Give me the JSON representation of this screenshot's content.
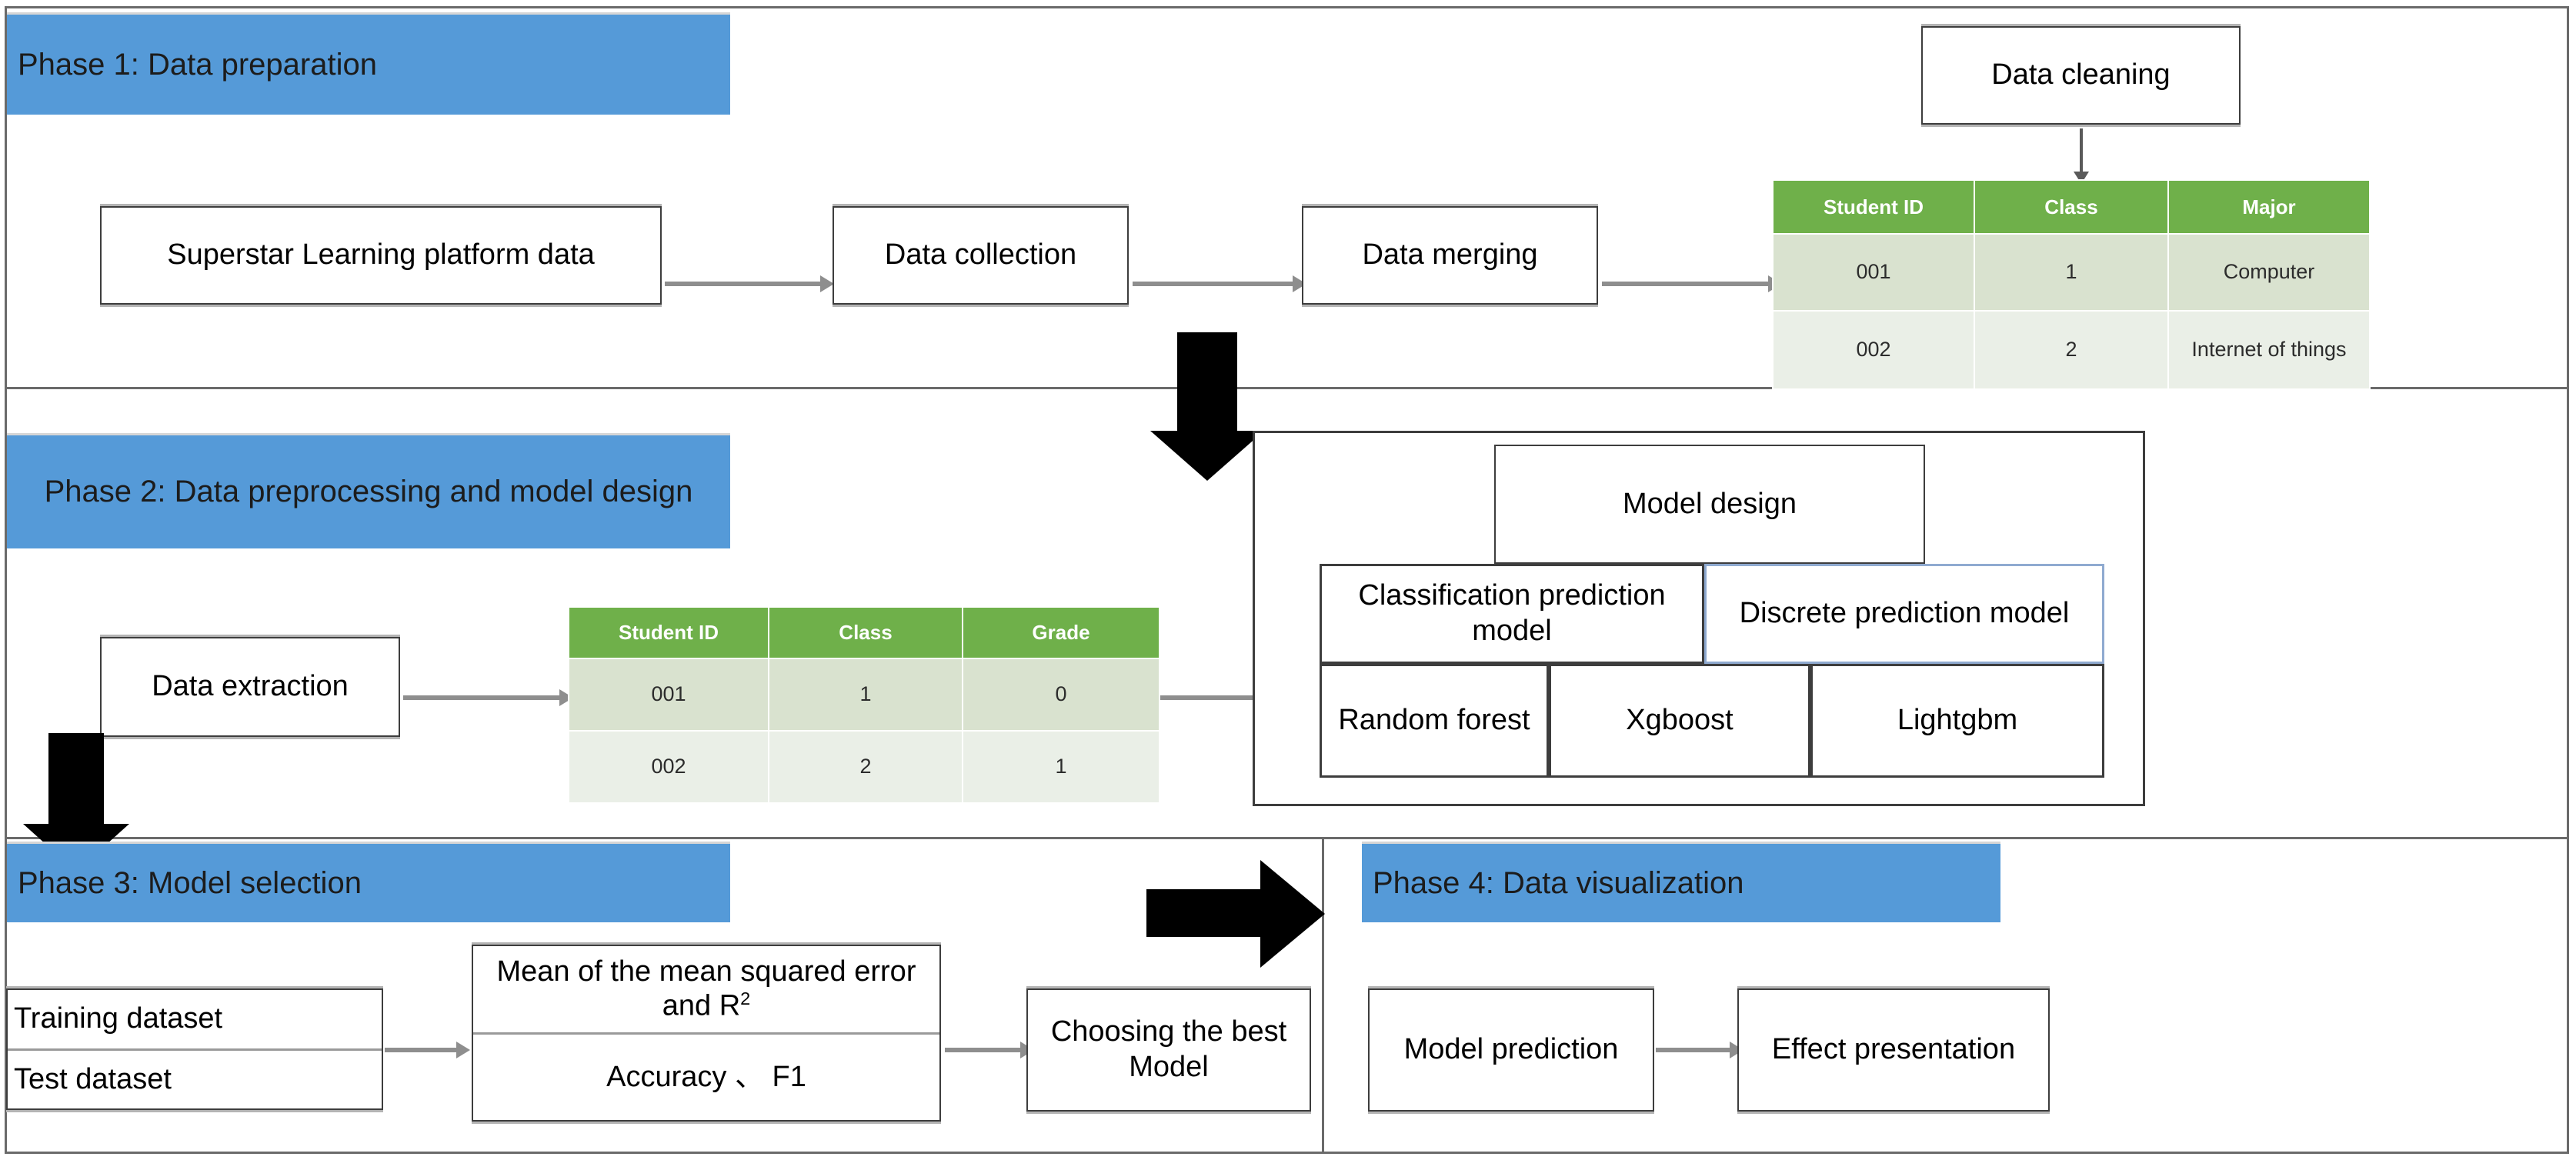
{
  "diagram": {
    "title": "Four-phase data mining workflow",
    "colors": {
      "phase_banner_blue": "#559ad8",
      "table_header_green": "#6fb04a",
      "table_row_1": "#d9e2cf",
      "table_row_2": "#eaefe7",
      "box_border": "#3d3d3d",
      "discrete_box_border": "#8faad0",
      "arrow_gray": "#8e8e8e",
      "block_arrow_black": "#000000"
    },
    "phases": [
      {
        "id": "phase1",
        "banner": "Phase 1: Data preparation",
        "boxes": [
          {
            "name": "source-data",
            "label": "Superstar Learning platform data"
          },
          {
            "name": "data-collection",
            "label": "Data collection"
          },
          {
            "name": "data-merging",
            "label": "Data merging"
          },
          {
            "name": "data-cleaning",
            "label": "Data cleaning"
          }
        ],
        "table": {
          "headers": [
            "Student ID",
            "Class",
            "Major"
          ],
          "rows": [
            [
              "001",
              "1",
              "Computer"
            ],
            [
              "002",
              "2",
              "Internet of things"
            ]
          ]
        }
      },
      {
        "id": "phase2",
        "banner": "Phase 2: Data preprocessing and model design",
        "boxes": [
          {
            "name": "data-extraction",
            "label": "Data extraction"
          }
        ],
        "table": {
          "headers": [
            "Student ID",
            "Class",
            "Grade"
          ],
          "rows": [
            [
              "001",
              "1",
              "0"
            ],
            [
              "002",
              "2",
              "1"
            ]
          ]
        },
        "model_design": {
          "root": "Model design",
          "branches": [
            {
              "name": "classification-prediction-model",
              "label": "Classification prediction model"
            },
            {
              "name": "discrete-prediction-model",
              "label": "Discrete prediction model"
            }
          ],
          "leaves": [
            {
              "name": "random-forest",
              "label": "Random forest"
            },
            {
              "name": "xgboost",
              "label": "Xgboost"
            },
            {
              "name": "lightgbm",
              "label": "Lightgbm"
            }
          ]
        }
      },
      {
        "id": "phase3",
        "banner": "Phase 3: Model selection",
        "datasets": [
          {
            "name": "training-dataset",
            "label": "Training dataset"
          },
          {
            "name": "test-dataset",
            "label": "Test dataset"
          }
        ],
        "metrics": [
          {
            "name": "regression-metrics",
            "label_prefix": "Mean of the mean squared error and R",
            "label_sup": "2"
          },
          {
            "name": "classification-metrics",
            "label": "Accuracy 、 F1"
          }
        ],
        "boxes": [
          {
            "name": "choosing-best-model",
            "label": "Choosing the best Model"
          }
        ]
      },
      {
        "id": "phase4",
        "banner": "Phase 4: Data visualization",
        "boxes": [
          {
            "name": "model-prediction",
            "label": "Model prediction"
          },
          {
            "name": "effect-presentation",
            "label": "Effect presentation"
          }
        ]
      }
    ]
  }
}
